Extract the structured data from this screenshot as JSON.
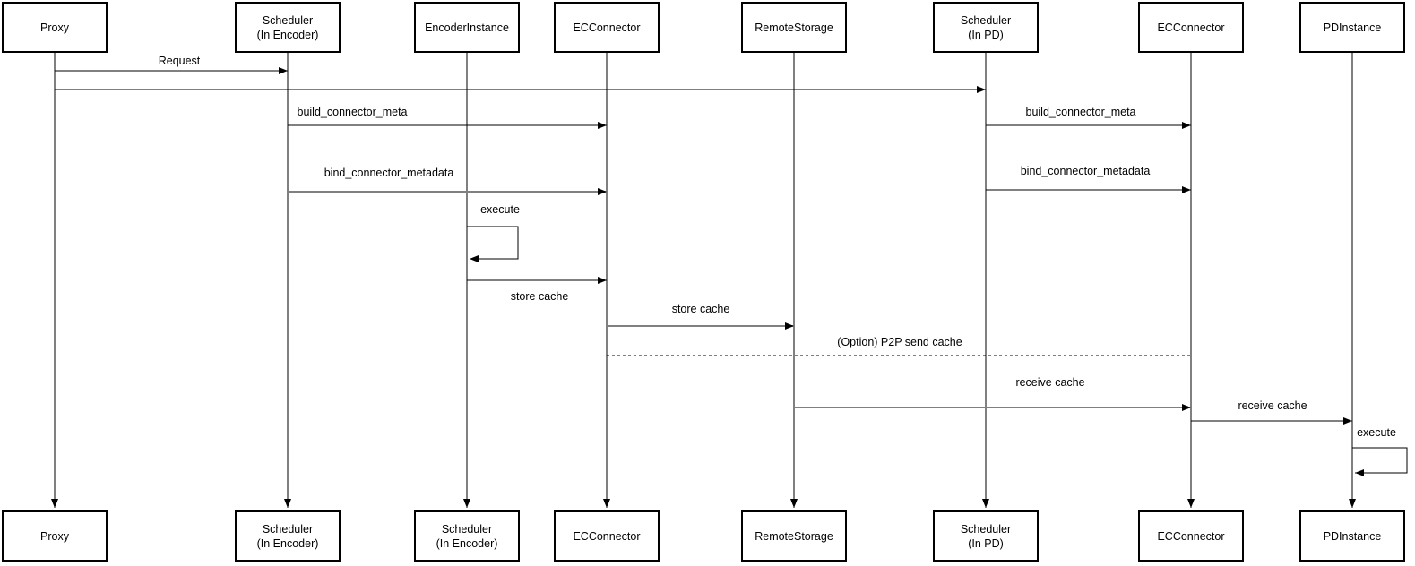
{
  "colors": {
    "background": "#ffffff",
    "box_fill": "#ffffff",
    "box_border": "#000000",
    "line": "#000000",
    "line_muted": "#808080",
    "text": "#000000"
  },
  "actors": [
    {
      "id": "proxy",
      "top_lines": [
        "Proxy"
      ],
      "bottom_lines": [
        "Proxy"
      ]
    },
    {
      "id": "scheduler-in-encoder",
      "top_lines": [
        "Scheduler",
        "(In Encoder)"
      ],
      "bottom_lines": [
        "Scheduler",
        "(In Encoder)"
      ]
    },
    {
      "id": "encoder-instance",
      "top_lines": [
        "EncoderInstance"
      ],
      "bottom_lines": [
        "Scheduler",
        "(In Encoder)"
      ]
    },
    {
      "id": "ec-connector-encoder",
      "top_lines": [
        "ECConnector"
      ],
      "bottom_lines": [
        "ECConnector"
      ]
    },
    {
      "id": "remote-storage",
      "top_lines": [
        "RemoteStorage"
      ],
      "bottom_lines": [
        "RemoteStorage"
      ]
    },
    {
      "id": "scheduler-in-pd",
      "top_lines": [
        "Scheduler",
        "(In PD)"
      ],
      "bottom_lines": [
        "Scheduler",
        "(In PD)"
      ]
    },
    {
      "id": "ec-connector-pd",
      "top_lines": [
        "ECConnector"
      ],
      "bottom_lines": [
        "ECConnector"
      ]
    },
    {
      "id": "pd-instance",
      "top_lines": [
        "PDInstance"
      ],
      "bottom_lines": [
        "PDInstance"
      ]
    }
  ],
  "messages": [
    {
      "label": "Request",
      "from": "Proxy",
      "to": "Scheduler (In Encoder)",
      "line": "solid"
    },
    {
      "label": "",
      "from": "Proxy",
      "to": "Scheduler (In PD)",
      "line": "solid"
    },
    {
      "label": "build_connector_meta",
      "from": "Scheduler (In Encoder)",
      "to": "ECConnector (Encoder)",
      "line": "solid"
    },
    {
      "label": "bind_connector_metadata",
      "from": "Scheduler (In Encoder)",
      "to": "ECConnector (Encoder)",
      "line": "solid"
    },
    {
      "label": "execute",
      "from": "EncoderInstance",
      "to": "EncoderInstance",
      "line": "self-loop"
    },
    {
      "label": "store cache",
      "from": "EncoderInstance",
      "to": "ECConnector (Encoder)",
      "line": "solid"
    },
    {
      "label": "store cache",
      "from": "ECConnector (Encoder)",
      "to": "RemoteStorage",
      "line": "solid"
    },
    {
      "label": "(Option) P2P send cache",
      "from": "ECConnector (Encoder)",
      "to": "ECConnector (PD)",
      "line": "dashed"
    },
    {
      "label": "build_connector_meta",
      "from": "Scheduler (In PD)",
      "to": "ECConnector (PD)",
      "line": "solid"
    },
    {
      "label": "bind_connector_metadata",
      "from": "Scheduler (In PD)",
      "to": "ECConnector (PD)",
      "line": "solid"
    },
    {
      "label": "receive cache",
      "from": "RemoteStorage",
      "to": "ECConnector (PD)",
      "line": "solid"
    },
    {
      "label": "receive cache",
      "from": "ECConnector (PD)",
      "to": "PDInstance",
      "line": "solid"
    },
    {
      "label": "execute",
      "from": "PDInstance",
      "to": "PDInstance",
      "line": "self-loop"
    }
  ]
}
